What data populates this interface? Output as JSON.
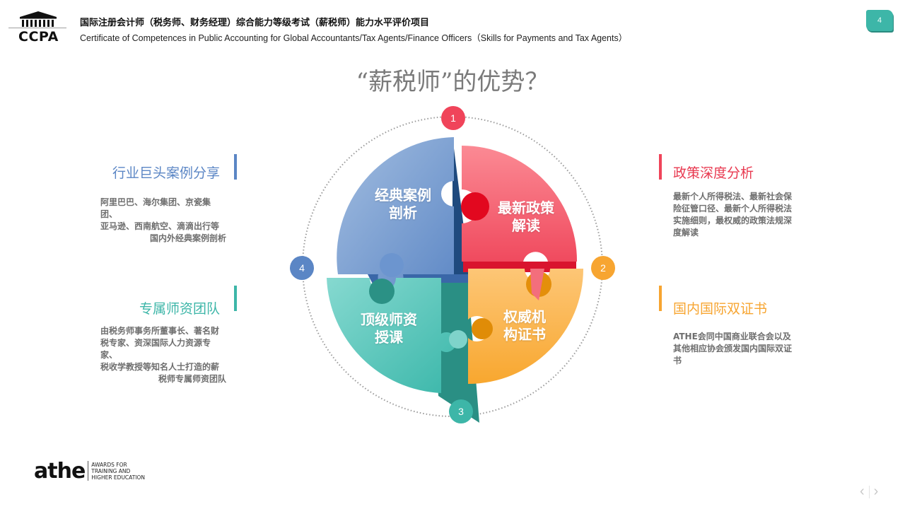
{
  "header": {
    "logo_text": "CCPA",
    "title_cn": "国际注册会计师（税务师、财务经理）综合能力等级考试（薪税师）能力水平评价项目",
    "title_en": "Certificate of Competences in Public Accounting for Global Accountants/Tax Agents/Finance Officers（Skills for Payments and Tax Agents）",
    "page_number": "4"
  },
  "slide_title": "“薪税师”的优势？",
  "colors": {
    "blue": "#5b86c5",
    "red": "#f0445a",
    "orange": "#f7a531",
    "teal": "#3db6a8",
    "text_gray": "#6e6e6e"
  },
  "sections": {
    "top_left": {
      "title": "行业巨头案例分享",
      "text_lines": [
        "阿里巴巴、海尔集团、京瓷集团、",
        "亚马逊、西南航空、滴滴出行等",
        "国内外经典案例剖析"
      ]
    },
    "bottom_left": {
      "title": "专属师资团队",
      "text_lines": [
        "由税务师事务所董事长、著名财",
        "税专家、资深国际人力资源专家、",
        "税收学教授等知名人士打造的薪",
        "税师专属师资团队"
      ]
    },
    "top_right": {
      "title": "政策深度分析",
      "text_lines": [
        "最新个人所得税法、最新社会保",
        "险征管口径、最新个人所得税法",
        "实施细则，最权威的政策法规深",
        "度解读"
      ]
    },
    "bottom_right": {
      "title": "国内国际双证书",
      "text_lines": [
        "ATHE会同中国商业联合会以及",
        "其他相应协会颁发国内国际双证",
        "书"
      ]
    }
  },
  "puzzle": {
    "pieces": [
      {
        "number": "1",
        "line1": "最新政策",
        "line2": "解读"
      },
      {
        "number": "2",
        "line1": "权威机",
        "line2": "构证书"
      },
      {
        "number": "3",
        "line1": "顶级师资",
        "line2": "授课"
      },
      {
        "number": "4",
        "line1": "经典案例",
        "line2": "剖析"
      }
    ]
  },
  "footer": {
    "athe_word": "athe",
    "athe_sub": [
      "AWARDS FOR",
      "TRAINING AND",
      "HIGHER EDUCATION"
    ],
    "nav_prev": "‹",
    "nav_next": "›"
  }
}
